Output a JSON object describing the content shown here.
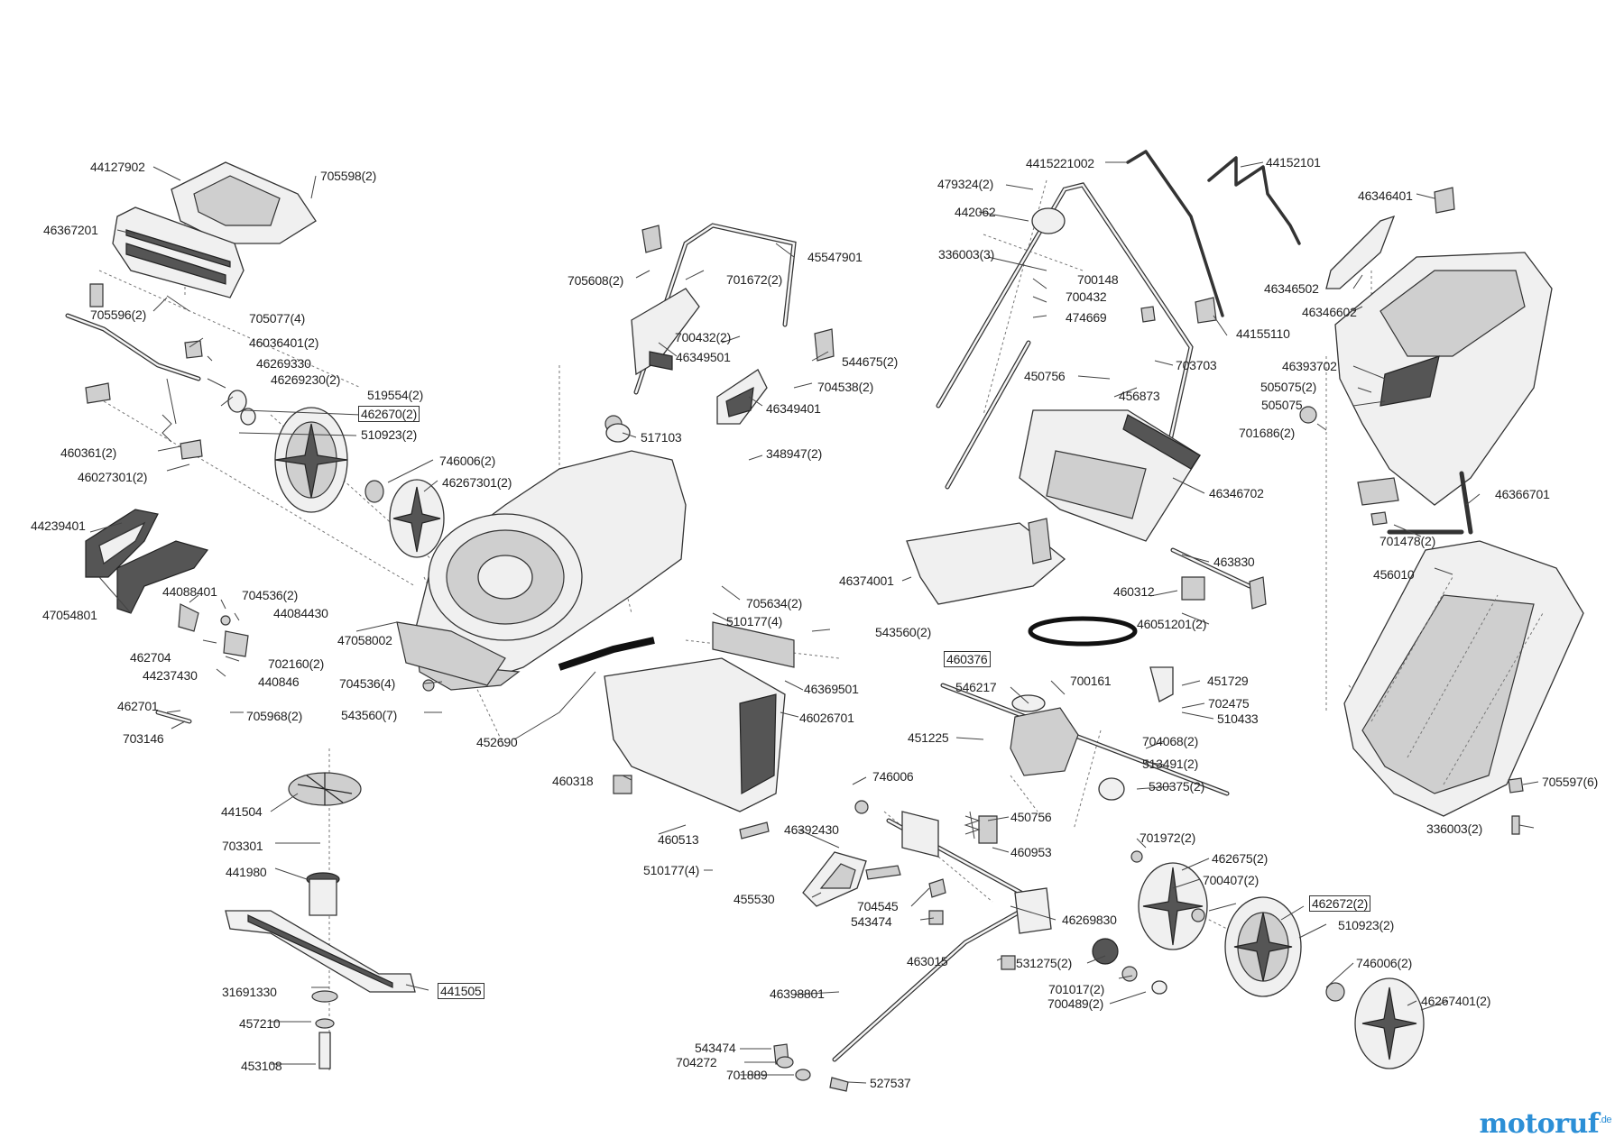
{
  "labels": [
    {
      "id": "44127902",
      "text": "44127902"
    },
    {
      "id": "705598",
      "text": "705598(2)"
    },
    {
      "id": "46367201",
      "text": "46367201"
    },
    {
      "id": "705077",
      "text": "705077(4)"
    },
    {
      "id": "705596",
      "text": "705596(2)"
    },
    {
      "id": "46036401",
      "text": "46036401(2)"
    },
    {
      "id": "46269330",
      "text": "46269330"
    },
    {
      "id": "46269230",
      "text": "46269230(2)"
    },
    {
      "id": "519554",
      "text": "519554(2)"
    },
    {
      "id": "462670",
      "text": "462670(2)"
    },
    {
      "id": "510923a",
      "text": "510923(2)"
    },
    {
      "id": "460361",
      "text": "460361(2)"
    },
    {
      "id": "46027301",
      "text": "46027301(2)"
    },
    {
      "id": "746006a",
      "text": "746006(2)"
    },
    {
      "id": "46267301",
      "text": "46267301(2)"
    },
    {
      "id": "44239401",
      "text": "44239401"
    },
    {
      "id": "47054801",
      "text": "47054801"
    },
    {
      "id": "44088401",
      "text": "44088401"
    },
    {
      "id": "704536a",
      "text": "704536(2)"
    },
    {
      "id": "44084430",
      "text": "44084430"
    },
    {
      "id": "47058002",
      "text": "47058002"
    },
    {
      "id": "462704",
      "text": "462704"
    },
    {
      "id": "702160",
      "text": "702160(2)"
    },
    {
      "id": "44237430",
      "text": "44237430"
    },
    {
      "id": "440846",
      "text": "440846"
    },
    {
      "id": "704536b",
      "text": "704536(4)"
    },
    {
      "id": "462701",
      "text": "462701"
    },
    {
      "id": "705968",
      "text": "705968(2)"
    },
    {
      "id": "543560b",
      "text": "543560(7)"
    },
    {
      "id": "703146",
      "text": "703146"
    },
    {
      "id": "452690",
      "text": "452690"
    },
    {
      "id": "441504",
      "text": "441504"
    },
    {
      "id": "703301",
      "text": "703301"
    },
    {
      "id": "441980",
      "text": "441980"
    },
    {
      "id": "31691330",
      "text": "31691330"
    },
    {
      "id": "441505",
      "text": "441505"
    },
    {
      "id": "457210",
      "text": "457210"
    },
    {
      "id": "453108",
      "text": "453108"
    },
    {
      "id": "45547901",
      "text": "45547901"
    },
    {
      "id": "705608",
      "text": "705608(2)"
    },
    {
      "id": "701672",
      "text": "701672(2)"
    },
    {
      "id": "700432a",
      "text": "700432(2)"
    },
    {
      "id": "46349501",
      "text": "46349501"
    },
    {
      "id": "544675",
      "text": "544675(2)"
    },
    {
      "id": "704538",
      "text": "704538(2)"
    },
    {
      "id": "46349401",
      "text": "46349401"
    },
    {
      "id": "517103",
      "text": "517103"
    },
    {
      "id": "348947",
      "text": "348947(2)"
    },
    {
      "id": "705634",
      "text": "705634(2)"
    },
    {
      "id": "510177a",
      "text": "510177(4)"
    },
    {
      "id": "543560a",
      "text": "543560(2)"
    },
    {
      "id": "46369501",
      "text": "46369501"
    },
    {
      "id": "46026701",
      "text": "46026701"
    },
    {
      "id": "460318",
      "text": "460318"
    },
    {
      "id": "460513",
      "text": "460513"
    },
    {
      "id": "510177b",
      "text": "510177(4)"
    },
    {
      "id": "746006b",
      "text": "746006"
    },
    {
      "id": "46392430",
      "text": "46392430"
    },
    {
      "id": "455530",
      "text": "455530"
    },
    {
      "id": "704545",
      "text": "704545"
    },
    {
      "id": "543474a",
      "text": "543474"
    },
    {
      "id": "463015",
      "text": "463015"
    },
    {
      "id": "46398801",
      "text": "46398801"
    },
    {
      "id": "543474b",
      "text": "543474"
    },
    {
      "id": "704272",
      "text": "704272"
    },
    {
      "id": "701889",
      "text": "701889"
    },
    {
      "id": "527537",
      "text": "527537"
    },
    {
      "id": "4415221002",
      "text": "4415221002"
    },
    {
      "id": "44152101",
      "text": "44152101"
    },
    {
      "id": "479324",
      "text": "479324(2)"
    },
    {
      "id": "442062",
      "text": "442062"
    },
    {
      "id": "336003a",
      "text": "336003(3)"
    },
    {
      "id": "700148",
      "text": "700148"
    },
    {
      "id": "700432b",
      "text": "700432"
    },
    {
      "id": "474669",
      "text": "474669"
    },
    {
      "id": "44155110",
      "text": "44155110"
    },
    {
      "id": "703703",
      "text": "703703"
    },
    {
      "id": "450756a",
      "text": "450756"
    },
    {
      "id": "456873",
      "text": "456873"
    },
    {
      "id": "46346702",
      "text": "46346702"
    },
    {
      "id": "46374001",
      "text": "46374001"
    },
    {
      "id": "463830",
      "text": "463830"
    },
    {
      "id": "460312",
      "text": "460312"
    },
    {
      "id": "46051201",
      "text": "46051201(2)"
    },
    {
      "id": "460376",
      "text": "460376"
    },
    {
      "id": "546217",
      "text": "546217"
    },
    {
      "id": "700161",
      "text": "700161"
    },
    {
      "id": "451729",
      "text": "451729"
    },
    {
      "id": "702475",
      "text": "702475"
    },
    {
      "id": "510433",
      "text": "510433"
    },
    {
      "id": "451225",
      "text": "451225"
    },
    {
      "id": "704068",
      "text": "704068(2)"
    },
    {
      "id": "513491",
      "text": "513491(2)"
    },
    {
      "id": "530375",
      "text": "530375(2)"
    },
    {
      "id": "450756b",
      "text": "450756"
    },
    {
      "id": "460953",
      "text": "460953"
    },
    {
      "id": "46269830",
      "text": "46269830"
    },
    {
      "id": "531275",
      "text": "531275(2)"
    },
    {
      "id": "701017",
      "text": "701017(2)"
    },
    {
      "id": "700489",
      "text": "700489(2)"
    },
    {
      "id": "701972",
      "text": "701972(2)"
    },
    {
      "id": "462675",
      "text": "462675(2)"
    },
    {
      "id": "700407",
      "text": "700407(2)"
    },
    {
      "id": "462672",
      "text": "462672(2)"
    },
    {
      "id": "510923b",
      "text": "510923(2)"
    },
    {
      "id": "746006c",
      "text": "746006(2)"
    },
    {
      "id": "46267401",
      "text": "46267401(2)"
    },
    {
      "id": "46346401",
      "text": "46346401"
    },
    {
      "id": "46346502",
      "text": "46346502"
    },
    {
      "id": "46346602",
      "text": "46346602"
    },
    {
      "id": "46393702",
      "text": "46393702"
    },
    {
      "id": "505075a",
      "text": "505075(2)"
    },
    {
      "id": "505075b",
      "text": "505075"
    },
    {
      "id": "701686",
      "text": "701686(2)"
    },
    {
      "id": "46366701",
      "text": "46366701"
    },
    {
      "id": "701478",
      "text": "701478(2)"
    },
    {
      "id": "456010",
      "text": "456010"
    },
    {
      "id": "705597",
      "text": "705597(6)"
    },
    {
      "id": "336003b",
      "text": "336003(2)"
    }
  ],
  "logo": {
    "name": "motoruf",
    "suffix": ".de"
  }
}
